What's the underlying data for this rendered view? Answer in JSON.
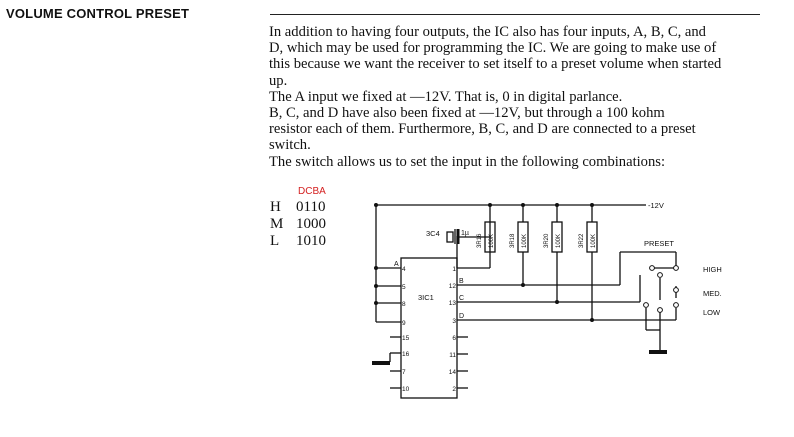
{
  "heading": "VOLUME CONTROL PRESET",
  "paragraphs": [
    "In addition to having four outputs, the IC also has four inputs, A, B, C, and",
    "D, which may be used for programming the IC. We are going to make use of",
    "this because we want the receiver to set itself to a preset volume when started",
    "up.",
    "The A input we fixed at —12V. That is, 0 in digital parlance.",
    "B, C, and D have also been fixed at —12V, but through a 100 kohm",
    "resistor each of them. Furthermore, B, C, and D are connected to a preset",
    "switch.",
    "The switch allows us to set the input in the following combinations:"
  ],
  "combinations": {
    "header": "DCBA",
    "rows": [
      {
        "key": "H",
        "value": "0110"
      },
      {
        "key": "M",
        "value": "1000"
      },
      {
        "key": "L",
        "value": "1010"
      }
    ]
  },
  "circuit": {
    "supply_label": "-12V",
    "capacitor_label": "3C4",
    "capacitor_value": "1µ",
    "ic_label": "3IC1",
    "resistors": [
      {
        "ref": "3R16",
        "value": "100K"
      },
      {
        "ref": "3R18",
        "value": "100K"
      },
      {
        "ref": "3R20",
        "value": "100K"
      },
      {
        "ref": "3R22",
        "value": "100K"
      }
    ],
    "left_pins": [
      "4",
      "5",
      "8",
      "9",
      "15",
      "16",
      "7",
      "10"
    ],
    "right_pins": [
      "1",
      "12",
      "13",
      "3",
      "6",
      "11",
      "14",
      "2"
    ],
    "inputs": [
      "A",
      "B",
      "C",
      "D"
    ],
    "switch_label": "PRESET",
    "switch_positions": [
      "HIGH",
      "MED.",
      "LOW"
    ]
  }
}
